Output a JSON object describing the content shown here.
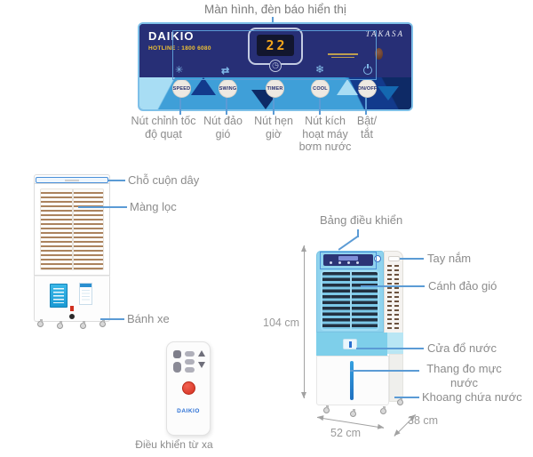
{
  "title": "Màn hình, đèn báo hiển thị",
  "panel": {
    "brand": "DAIKIO",
    "hotline": "HOTLINE : 1800 6080",
    "brand_secondary": "TAKASA",
    "display_value": "22",
    "icons": {
      "fan": "✳",
      "swing": "⇄",
      "timer": "◷",
      "snowflake": "❄"
    },
    "buttons": [
      "SPEED",
      "SWING",
      "TIMER",
      "COOL",
      "ON/OFF"
    ]
  },
  "captions": {
    "speed": [
      "Nút chỉnh tốc",
      "độ quạt"
    ],
    "swing": [
      "Nút đảo",
      "gió"
    ],
    "timer": [
      "Nút hẹn",
      "giờ"
    ],
    "cool": [
      "Nút kích",
      "hoạt máy",
      "bơm nước"
    ],
    "power": [
      "Bật/",
      "tắt"
    ]
  },
  "left_unit_labels": {
    "cord": "Chỗ cuộn dây",
    "filter": "Màng lọc",
    "wheels": "Bánh xe"
  },
  "remote": {
    "brand": "DAIKIO",
    "label": "Điều khiển từ xa"
  },
  "right_unit_labels": {
    "control_panel": "Bảng điều khiển",
    "handle": "Tay nắm",
    "louvers": "Cánh đảo gió",
    "water_door": "Cửa đổ nước",
    "water_gauge": [
      "Thang đo mực",
      "nước"
    ],
    "water_tank": "Khoang chứa nước"
  },
  "dimensions": {
    "height": "104 cm",
    "width": "52 cm",
    "depth": "38 cm"
  },
  "colors": {
    "panel_navy": "#272f76",
    "accent_blue": "#5b9bd5",
    "display_amber": "#f2a41c",
    "hotline_yellow": "#efc133",
    "cooler_blue": "#8fd3ee",
    "label_gray": "#8c8c8c",
    "remote_red": "#d93a2b"
  }
}
